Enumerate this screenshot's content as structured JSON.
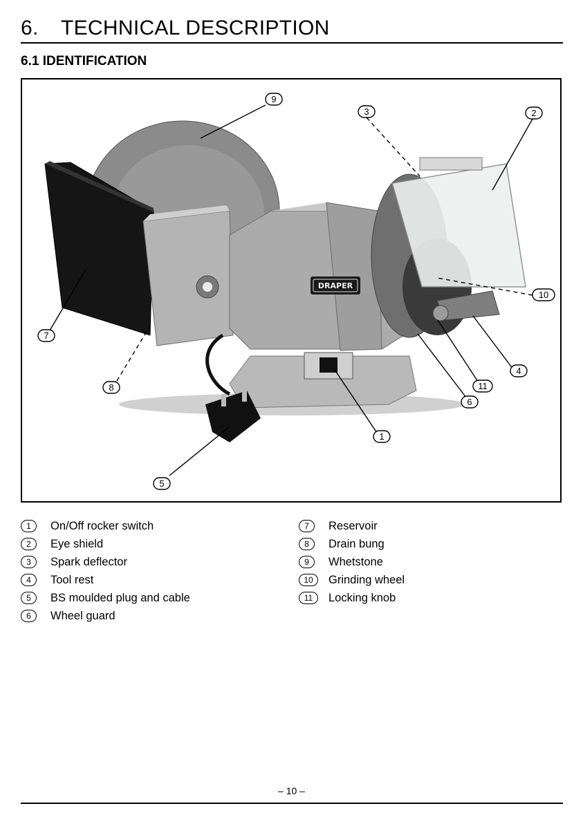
{
  "section": {
    "number": "6.",
    "title": "TECHNICAL DESCRIPTION"
  },
  "subsection": {
    "title": "6.1 IDENTIFICATION"
  },
  "figure": {
    "callouts": [
      "1",
      "2",
      "3",
      "4",
      "5",
      "6",
      "7",
      "8",
      "9",
      "10",
      "11"
    ],
    "brand_label": "DRAPER"
  },
  "legend": {
    "left": [
      {
        "num": "1",
        "label": "On/Off rocker switch"
      },
      {
        "num": "2",
        "label": "Eye shield"
      },
      {
        "num": "3",
        "label": "Spark deflector"
      },
      {
        "num": "4",
        "label": "Tool rest"
      },
      {
        "num": "5",
        "label": "BS moulded plug and cable"
      },
      {
        "num": "6",
        "label": "Wheel guard"
      }
    ],
    "right": [
      {
        "num": "7",
        "label": "Reservoir"
      },
      {
        "num": "8",
        "label": "Drain bung"
      },
      {
        "num": "9",
        "label": "Whetstone"
      },
      {
        "num": "10",
        "label": "Grinding wheel"
      },
      {
        "num": "11",
        "label": "Locking knob"
      }
    ]
  },
  "footer": {
    "page": "– 10 –"
  }
}
